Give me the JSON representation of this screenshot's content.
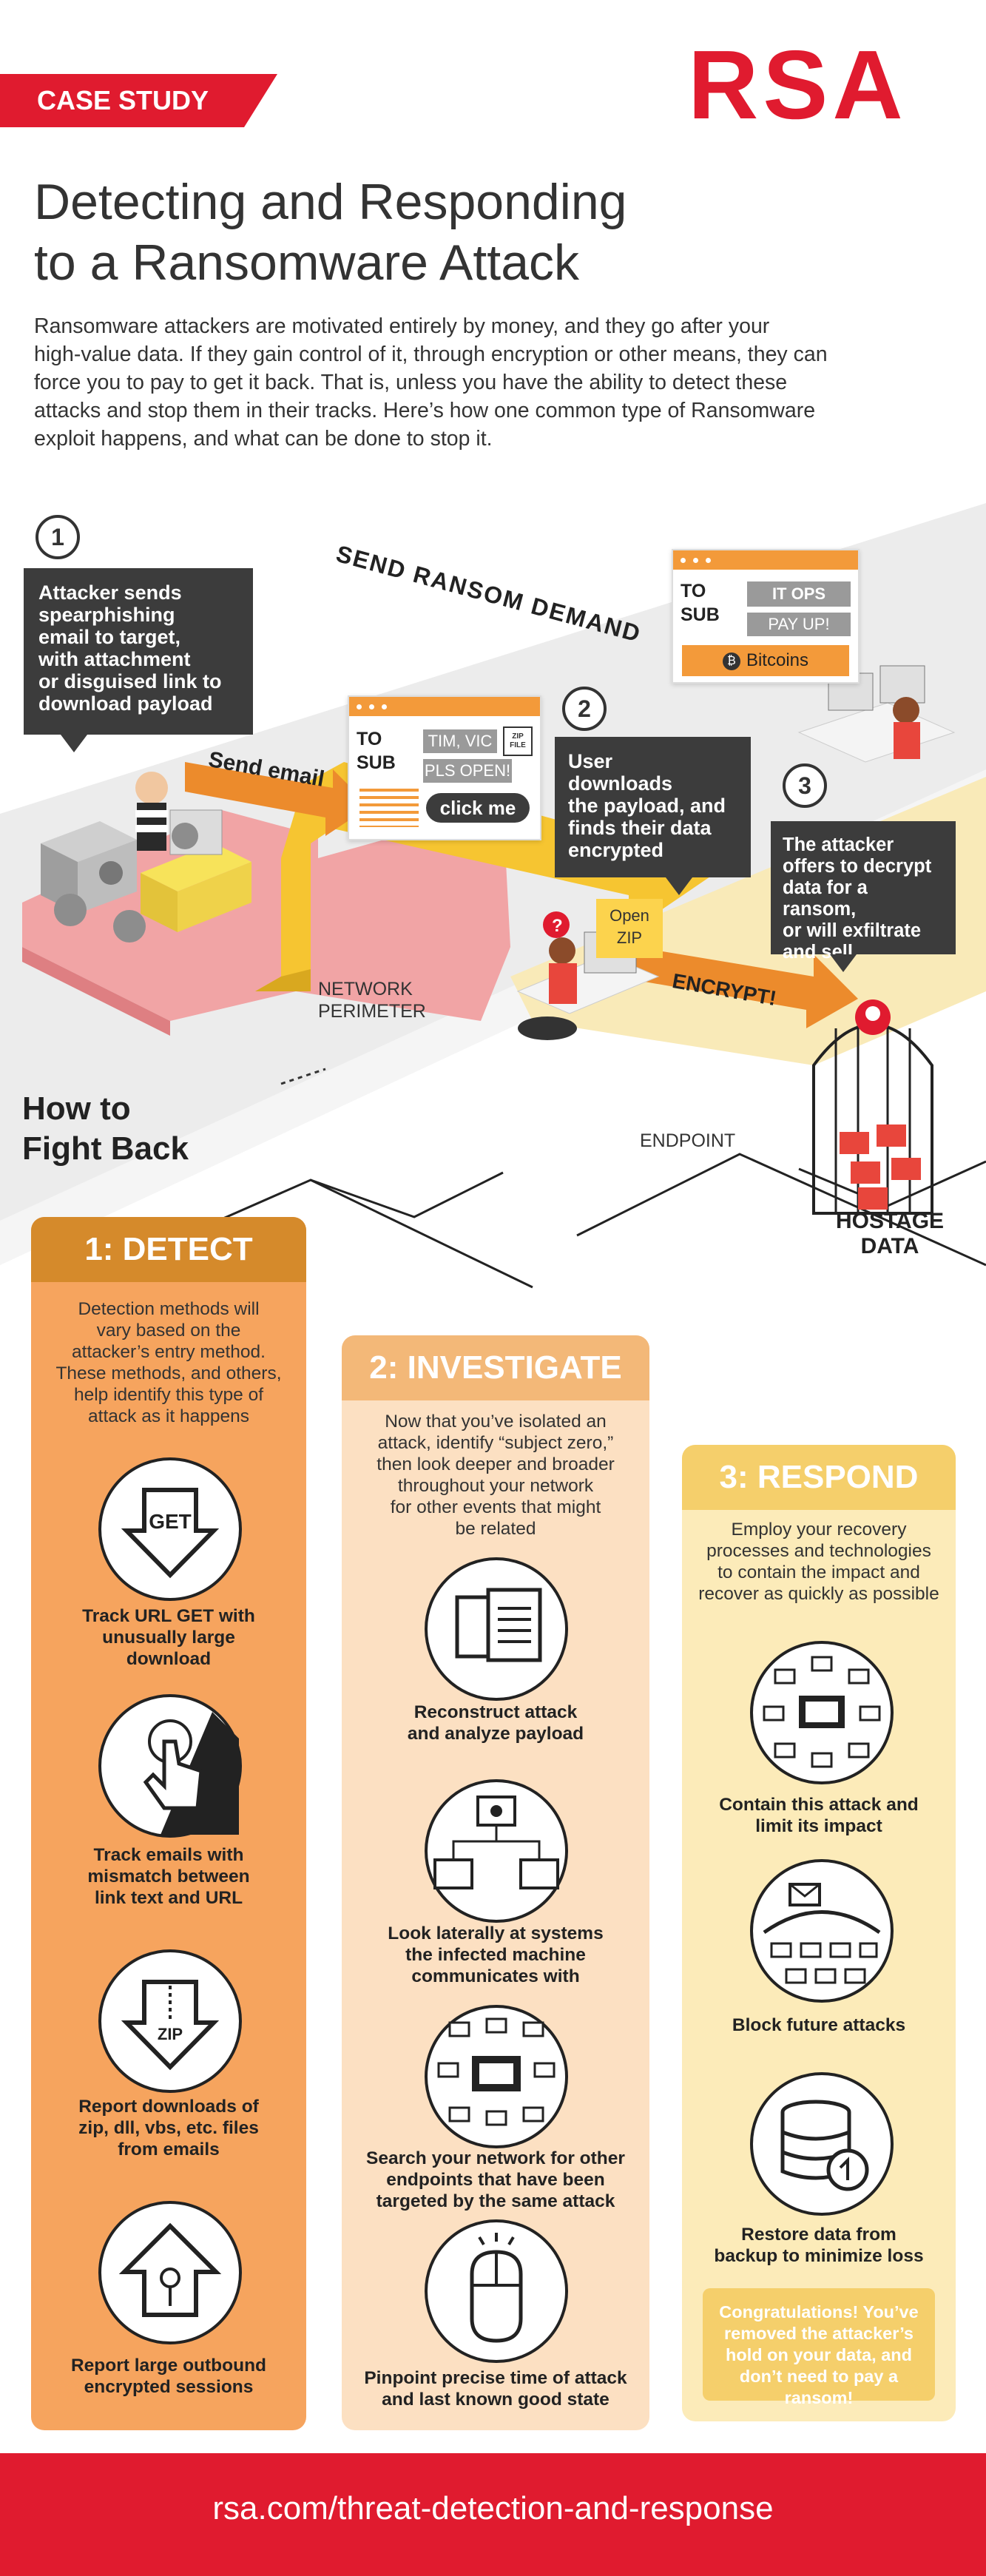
{
  "header": {
    "case_study": "CASE STUDY",
    "brand": "RSA"
  },
  "title": {
    "line1": "Detecting and Responding",
    "line2": "to a Ransomware Attack"
  },
  "intro": {
    "line1": "Ransomware attackers are motivated entirely by money, and they go after your",
    "line2": "high-value data. If they gain control of it, through encryption or other means, they can",
    "line3": "force you to pay to get it back. That is, unless you have the ability to detect these",
    "line4": "attacks and stop them in their tracks. Here’s how one common type of Ransomware",
    "line5": "exploit happens, and what can be done to stop it."
  },
  "scene": {
    "step1": {
      "num": "1",
      "l1": "Attacker sends",
      "l2": "spearphishing",
      "l3": "email to target,",
      "l4": "with attachment",
      "l5": "or disguised link to",
      "l6": "download payload"
    },
    "step2": {
      "num": "2",
      "l1": "User",
      "l2": "downloads",
      "l3": "the payload, and",
      "l4": "finds their data",
      "l5": "encrypted"
    },
    "step3": {
      "num": "3",
      "l1": "The attacker",
      "l2": "offers to decrypt",
      "l3": "data for a ransom,",
      "l4": "or will exfiltrate",
      "l5": "and sell"
    },
    "send_ransom": "SEND RANSOM DEMAND",
    "send_email": "Send email",
    "encrypt": "ENCRYPT!",
    "network_perimeter_1": "NETWORK",
    "network_perimeter_2": "PERIMETER",
    "endpoint": "ENDPOINT",
    "hostage_1": "HOSTAGE",
    "hostage_2": "DATA",
    "open_zip_1": "Open",
    "open_zip_2": "ZIP",
    "email1": {
      "to": "TO",
      "sub": "SUB",
      "to_value": "TIM, VIC",
      "sub_value": "PLS OPEN!",
      "zip": "ZIP FILE",
      "button": "click me"
    },
    "email2": {
      "to": "TO",
      "sub": "SUB",
      "to_value": "IT OPS",
      "sub_value": "PAY UP!",
      "button": "Bitcoins"
    }
  },
  "fight_back": {
    "l1": "How to",
    "l2": "Fight Back"
  },
  "detect": {
    "title": "1: DETECT",
    "desc": [
      "Detection methods will",
      "vary based on the",
      "attacker’s entry method.",
      "These methods, and others,",
      "help identify this type of",
      "attack as it happens"
    ],
    "icon_text_get": "GET",
    "icon_text_zip": "ZIP",
    "items": [
      {
        "l1": "Track URL GET with",
        "l2": "unusually large",
        "l3": "download"
      },
      {
        "l1": "Track emails with",
        "l2": "mismatch between",
        "l3": "link text and URL"
      },
      {
        "l1": "Report downloads of",
        "l2": "zip, dll, vbs, etc. files",
        "l3": "from emails"
      },
      {
        "l1": "Report large outbound",
        "l2": "encrypted sessions",
        "l3": ""
      }
    ]
  },
  "investigate": {
    "title": "2: INVESTIGATE",
    "desc": [
      "Now that you’ve isolated an",
      "attack, identify “subject zero,”",
      "then look deeper and broader",
      "throughout your network",
      "for other events that might",
      "be related"
    ],
    "items": [
      {
        "l1": "Reconstruct attack",
        "l2": "and analyze payload"
      },
      {
        "l1": "Look laterally at systems",
        "l2": "the infected machine",
        "l3": "communicates with"
      },
      {
        "l1": "Search your network for other",
        "l2": "endpoints that have been",
        "l3": "targeted by the same attack"
      },
      {
        "l1": "Pinpoint precise time of attack",
        "l2": "and last known good state"
      }
    ]
  },
  "respond": {
    "title": "3: RESPOND",
    "desc": [
      "Employ your recovery",
      "processes and technologies",
      "to contain the impact and",
      "recover as quickly as possible"
    ],
    "items": [
      {
        "l1": "Contain this attack and",
        "l2": "limit its impact"
      },
      {
        "l1": "Block future attacks"
      },
      {
        "l1": "Restore data  from",
        "l2": "backup to minimize loss"
      }
    ],
    "congrats": [
      "Congratulations! You’ve",
      "removed the attacker’s",
      "hold on your data, and",
      "don’t need to pay a",
      "ransom!"
    ]
  },
  "footer": {
    "url": "rsa.com/threat-detection-and-response"
  },
  "colors": {
    "red": "#e01b2f",
    "detect": "#d58a2b",
    "investigate": "#f3b878",
    "respond": "#f5cf6b",
    "callout": "#3c3c3c"
  }
}
